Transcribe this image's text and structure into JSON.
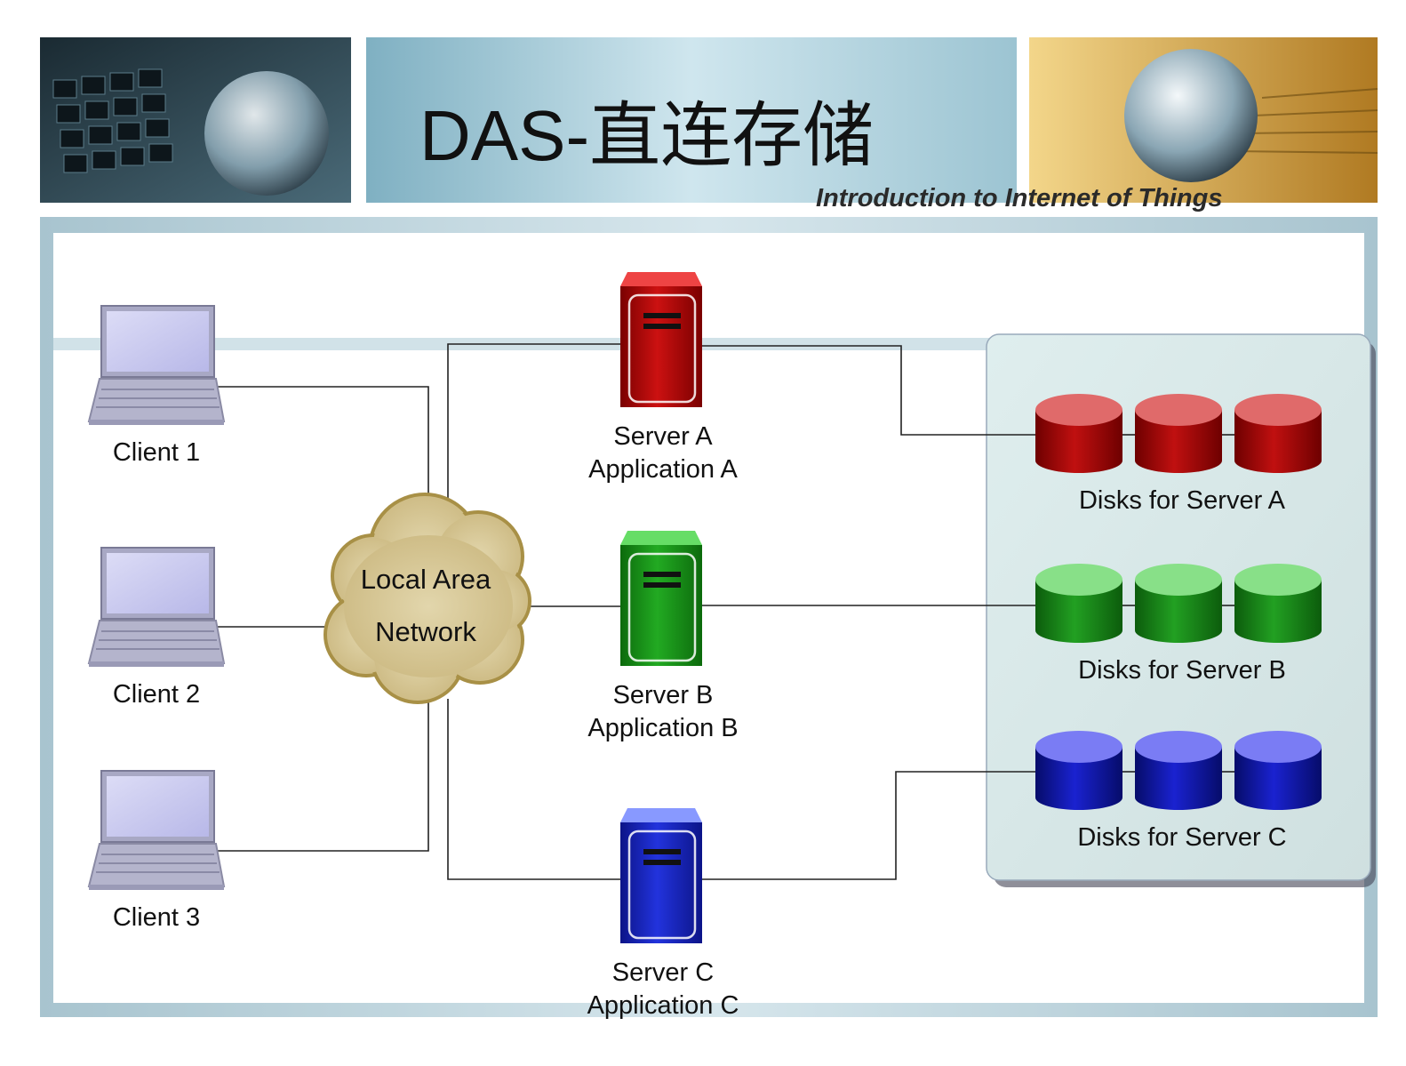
{
  "header": {
    "title": "DAS-直连存储",
    "subtitle": "Introduction to Internet of Things"
  },
  "network": {
    "label_line1": "Local Area",
    "label_line2": "Network"
  },
  "clients": [
    {
      "label": "Client 1"
    },
    {
      "label": "Client 2"
    },
    {
      "label": "Client 3"
    }
  ],
  "servers": [
    {
      "line1": "Server A",
      "line2": "Application A",
      "color": "#cc1111",
      "dark": "#7a0000",
      "light": "#ee4444"
    },
    {
      "line1": "Server B",
      "line2": "Application B",
      "color": "#22aa22",
      "dark": "#0c6a0c",
      "light": "#66dd66"
    },
    {
      "line1": "Server C",
      "line2": "Application C",
      "color": "#2233dd",
      "dark": "#0c1488",
      "light": "#8899ff"
    }
  ],
  "disk_groups": [
    {
      "label": "Disks for Server A",
      "color": "#c01010",
      "top": "#e06a6a",
      "dark": "#6e0000"
    },
    {
      "label": "Disks for Server B",
      "color": "#22a022",
      "top": "#88e088",
      "dark": "#0c5c0c"
    },
    {
      "label": "Disks for Server C",
      "color": "#1a22d0",
      "top": "#7a7cf4",
      "dark": "#060c6a"
    }
  ]
}
